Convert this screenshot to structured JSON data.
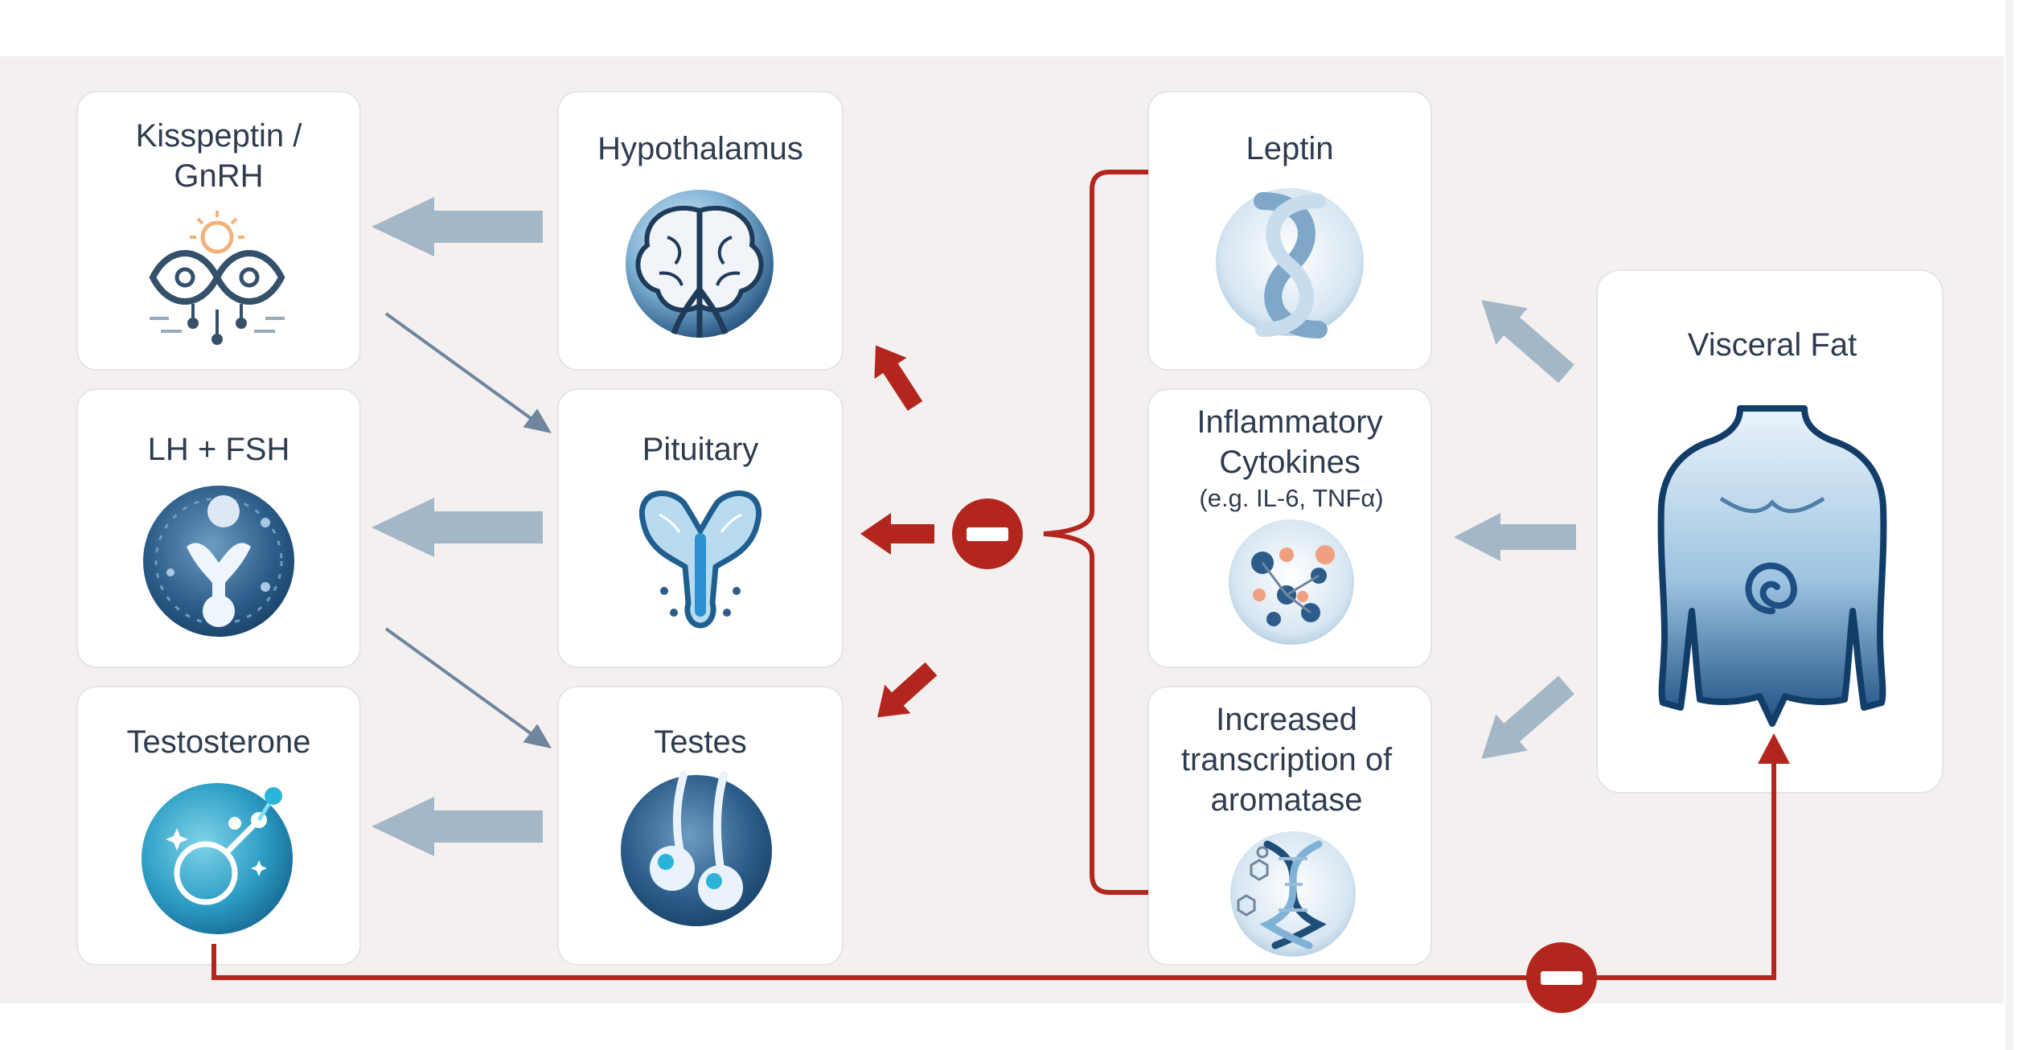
{
  "nodes": {
    "kisspeptin": {
      "line1": "Kisspeptin /",
      "line2": "GnRH",
      "icon": "infinity-loop-icon"
    },
    "hypothalamus": {
      "label": "Hypothalamus",
      "icon": "brain-icon"
    },
    "lh_fsh": {
      "label": "LH + FSH",
      "icon": "hormone-molecule-icon"
    },
    "pituitary": {
      "label": "Pituitary",
      "icon": "pituitary-gland-icon"
    },
    "testosterone": {
      "label": "Testosterone",
      "icon": "male-symbol-molecule-icon"
    },
    "testes": {
      "label": "Testes",
      "icon": "testes-icon"
    },
    "leptin": {
      "label": "Leptin",
      "icon": "leptin-ribbon-icon"
    },
    "cytokines": {
      "line1": "Inflammatory",
      "line2": "Cytokines",
      "sub": "(e.g. IL-6, TNFα)",
      "icon": "cells-icon"
    },
    "aromatase": {
      "line1": "Increased",
      "line2": "transcription of",
      "line3": "aromatase",
      "icon": "dna-helix-icon"
    },
    "visceral_fat": {
      "label": "Visceral Fat",
      "icon": "torso-icon"
    }
  },
  "colors": {
    "panel": "#f5f0f0",
    "card": "#ffffff",
    "text": "#2f3b4e",
    "arrow_gray": "#a3b7c6",
    "arrow_thin": "#6f869e",
    "inhibit_red": "#b3261e",
    "icon_dark": "#1f4e79",
    "icon_light": "#7fb2d6"
  }
}
